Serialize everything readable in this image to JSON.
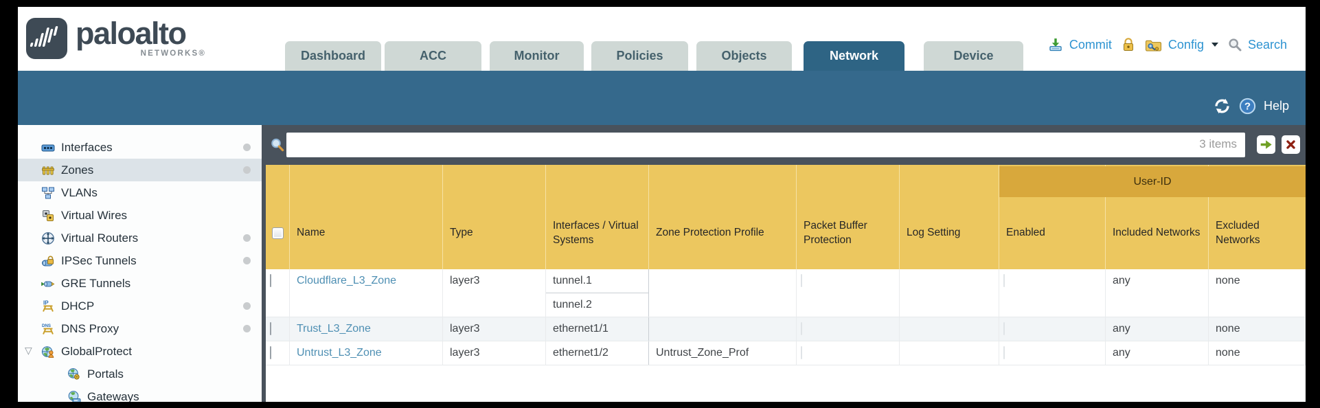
{
  "header": {
    "brand": "paloalto",
    "brand_sub": "NETWORKS®",
    "tabs": [
      {
        "label": "Dashboard",
        "active": false
      },
      {
        "label": "ACC",
        "active": false
      },
      {
        "label": "Monitor",
        "active": false
      },
      {
        "label": "Policies",
        "active": false
      },
      {
        "label": "Objects",
        "active": false
      },
      {
        "label": "Network",
        "active": true
      },
      {
        "label": "Device",
        "active": false
      }
    ],
    "actions": {
      "commit": "Commit",
      "config": "Config",
      "search": "Search"
    }
  },
  "context_bar": {
    "help": "Help"
  },
  "filter": {
    "items_count": "3 items"
  },
  "sidebar": {
    "items": [
      {
        "label": "Interfaces",
        "icon": "interfaces-icon",
        "selected": false,
        "dot": true
      },
      {
        "label": "Zones",
        "icon": "zones-icon",
        "selected": true,
        "dot": true
      },
      {
        "label": "VLANs",
        "icon": "vlans-icon",
        "selected": false,
        "dot": false
      },
      {
        "label": "Virtual Wires",
        "icon": "virtual-wires-icon",
        "selected": false,
        "dot": false
      },
      {
        "label": "Virtual Routers",
        "icon": "virtual-routers-icon",
        "selected": false,
        "dot": true
      },
      {
        "label": "IPSec Tunnels",
        "icon": "ipsec-tunnels-icon",
        "selected": false,
        "dot": true
      },
      {
        "label": "GRE Tunnels",
        "icon": "gre-tunnels-icon",
        "selected": false,
        "dot": false
      },
      {
        "label": "DHCP",
        "icon": "dhcp-icon",
        "selected": false,
        "dot": true
      },
      {
        "label": "DNS Proxy",
        "icon": "dns-proxy-icon",
        "selected": false,
        "dot": true
      },
      {
        "label": "GlobalProtect",
        "icon": "globalprotect-icon",
        "selected": false,
        "dot": false,
        "expanded": true
      },
      {
        "label": "Portals",
        "icon": "portals-icon",
        "selected": false,
        "dot": false,
        "child": true
      },
      {
        "label": "Gateways",
        "icon": "gateways-icon",
        "selected": false,
        "dot": false,
        "child": true
      }
    ]
  },
  "table": {
    "group_header": "User-ID",
    "columns": [
      "Name",
      "Type",
      "Interfaces / Virtual Systems",
      "Zone Protection Profile",
      "Packet Buffer Protection",
      "Log Setting",
      "Enabled",
      "Included Networks",
      "Excluded Networks"
    ],
    "rows": [
      {
        "name": "Cloudflare_L3_Zone",
        "type": "layer3",
        "interfaces": [
          "tunnel.1",
          "tunnel.2"
        ],
        "zone_protection_profile": "",
        "log_setting": "",
        "included_networks": "any",
        "excluded_networks": "none"
      },
      {
        "name": "Trust_L3_Zone",
        "type": "layer3",
        "interfaces": [
          "ethernet1/1"
        ],
        "zone_protection_profile": "",
        "log_setting": "",
        "included_networks": "any",
        "excluded_networks": "none"
      },
      {
        "name": "Untrust_L3_Zone",
        "type": "layer3",
        "interfaces": [
          "ethernet1/2"
        ],
        "zone_protection_profile": "Untrust_Zone_Prof",
        "log_setting": "",
        "included_networks": "any",
        "excluded_networks": "none"
      }
    ]
  },
  "colors": {
    "header_amber": "#ecc75f",
    "user_id_band": "#d8a83c",
    "teal_band": "#35698c",
    "charcoal_bar": "#49525c",
    "active_tab": "#2e6484",
    "link_blue": "#2d93d1",
    "zone_link": "#4e8fb3"
  }
}
